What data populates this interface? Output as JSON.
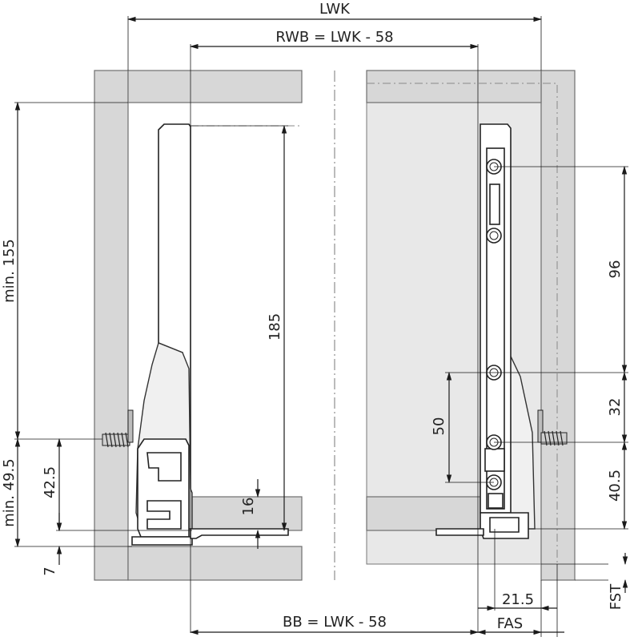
{
  "drawing": {
    "labels": {
      "lwk": "LWK",
      "rwb": "RWB = LWK - 58",
      "bb": "BB = LWK - 58",
      "min155": "min. 155",
      "min49_5": "min. 49.5",
      "d42_5": "42.5",
      "d7": "7",
      "d185": "185",
      "d16": "16",
      "d50": "50",
      "d96": "96",
      "d32": "32",
      "d40_5": "40.5",
      "d21_5": "21.5",
      "fas": "FAS",
      "fst": "FST"
    },
    "colors": {
      "panel": "#d7d7d7",
      "line": "#1a1a1a",
      "rail": "#f0f0f0"
    }
  }
}
